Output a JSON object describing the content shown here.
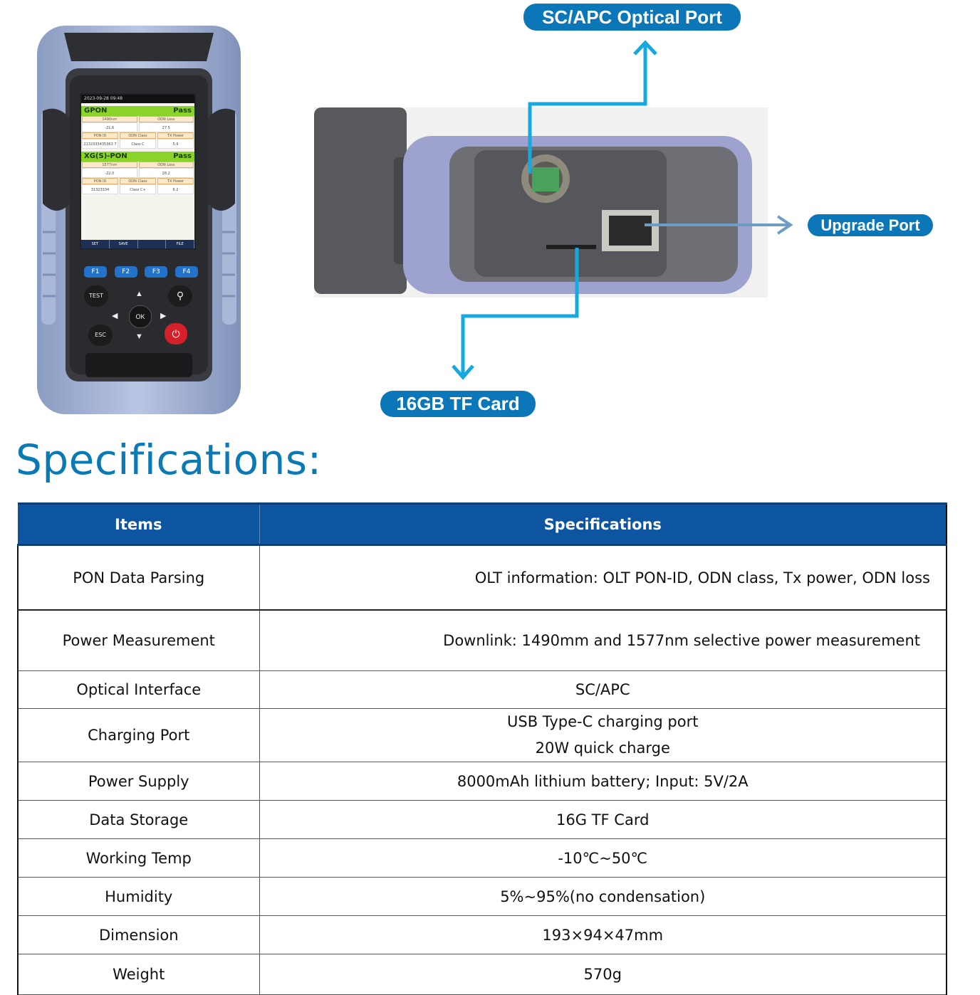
{
  "device": {
    "screen": {
      "status_time": "2023-09-28 09:48",
      "block1": {
        "name": "GPON",
        "result": "Pass",
        "head1": [
          "1490nm",
          "ODN Loss"
        ],
        "val1": [
          "-21.6",
          "27.5"
        ],
        "head2": [
          "PON ID",
          "ODN Class",
          "TX Power"
        ],
        "val2": [
          "2132333435363 7",
          "Class C",
          "5.9"
        ]
      },
      "block2": {
        "name": "XG(S)-PON",
        "result": "Pass",
        "head1": [
          "1577nm",
          "ODN Loss"
        ],
        "val1": [
          "-22.0",
          "28.2"
        ],
        "head2": [
          "PON ID",
          "ODN Class",
          "TX Power"
        ],
        "val2": [
          "31323334",
          "Class C+",
          "6.2"
        ]
      },
      "softkeys": [
        "SET",
        "SAVE",
        "",
        "FILE"
      ]
    },
    "fkeys": [
      "F1",
      "F2",
      "F3",
      "F4"
    ],
    "keys": {
      "test": "TEST",
      "esc": "ESC",
      "ok": "OK"
    }
  },
  "callouts": {
    "optical_port": "SC/APC Optical Port",
    "upgrade_port": "Upgrade Port",
    "tf_card": "16GB TF Card"
  },
  "specs": {
    "title": "Specifications:",
    "headers": {
      "items": "Items",
      "specifications": "Specifications"
    },
    "rows": [
      {
        "item": "PON Data Parsing",
        "value": "OLT information: OLT PON-ID, ODN class, Tx power, ODN loss"
      },
      {
        "item": "Power Measurement",
        "value": "Downlink: 1490mm and 1577nm selective power measurement"
      },
      {
        "item": "Optical Interface",
        "value": "SC/APC"
      },
      {
        "item": "Charging Port",
        "value": "USB Type-C charging port",
        "value2": "20W quick charge"
      },
      {
        "item": "Power Supply",
        "value": "8000mAh lithium battery; Input: 5V/2A"
      },
      {
        "item": "Data Storage",
        "value": "16G TF Card"
      },
      {
        "item": "Working Temp",
        "value": "-10℃~50℃"
      },
      {
        "item": "Humidity",
        "value": "5%~95%(no condensation)"
      },
      {
        "item": "Dimension",
        "value": "193×94×47mm"
      },
      {
        "item": "Weight",
        "value": "570g"
      }
    ]
  },
  "colors": {
    "accent": "#0a7ab6",
    "callout": "#0b77b8",
    "arrow": "#16a8e0",
    "arrow_upgrade": "#6f9cc4",
    "table_header": "#0d55a0",
    "screen_bar": "#8ad42a",
    "power_button": "#d3202a"
  }
}
